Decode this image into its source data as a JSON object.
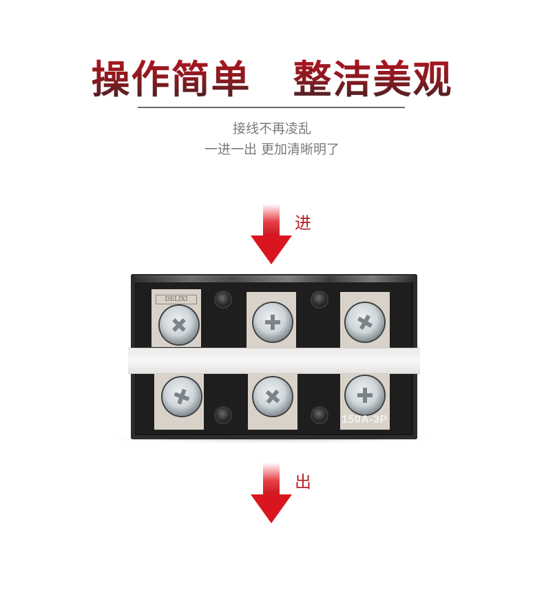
{
  "title": {
    "part1": "操作简单",
    "part2": "整洁美观"
  },
  "subtitle": {
    "line1": "接线不再凌乱",
    "line2": "一进一出 更加清晰明了"
  },
  "arrows": {
    "in_label": "进",
    "out_label": "出"
  },
  "product": {
    "name": "terminal-block",
    "rating_label": "150A-3P",
    "brand_mark": "DELIXI",
    "poles": 3,
    "colors": {
      "body": "#1e1e1e",
      "plate": "#d9d2c9",
      "strip": "#f2f2f1",
      "accent_red": "#c81e28"
    }
  }
}
